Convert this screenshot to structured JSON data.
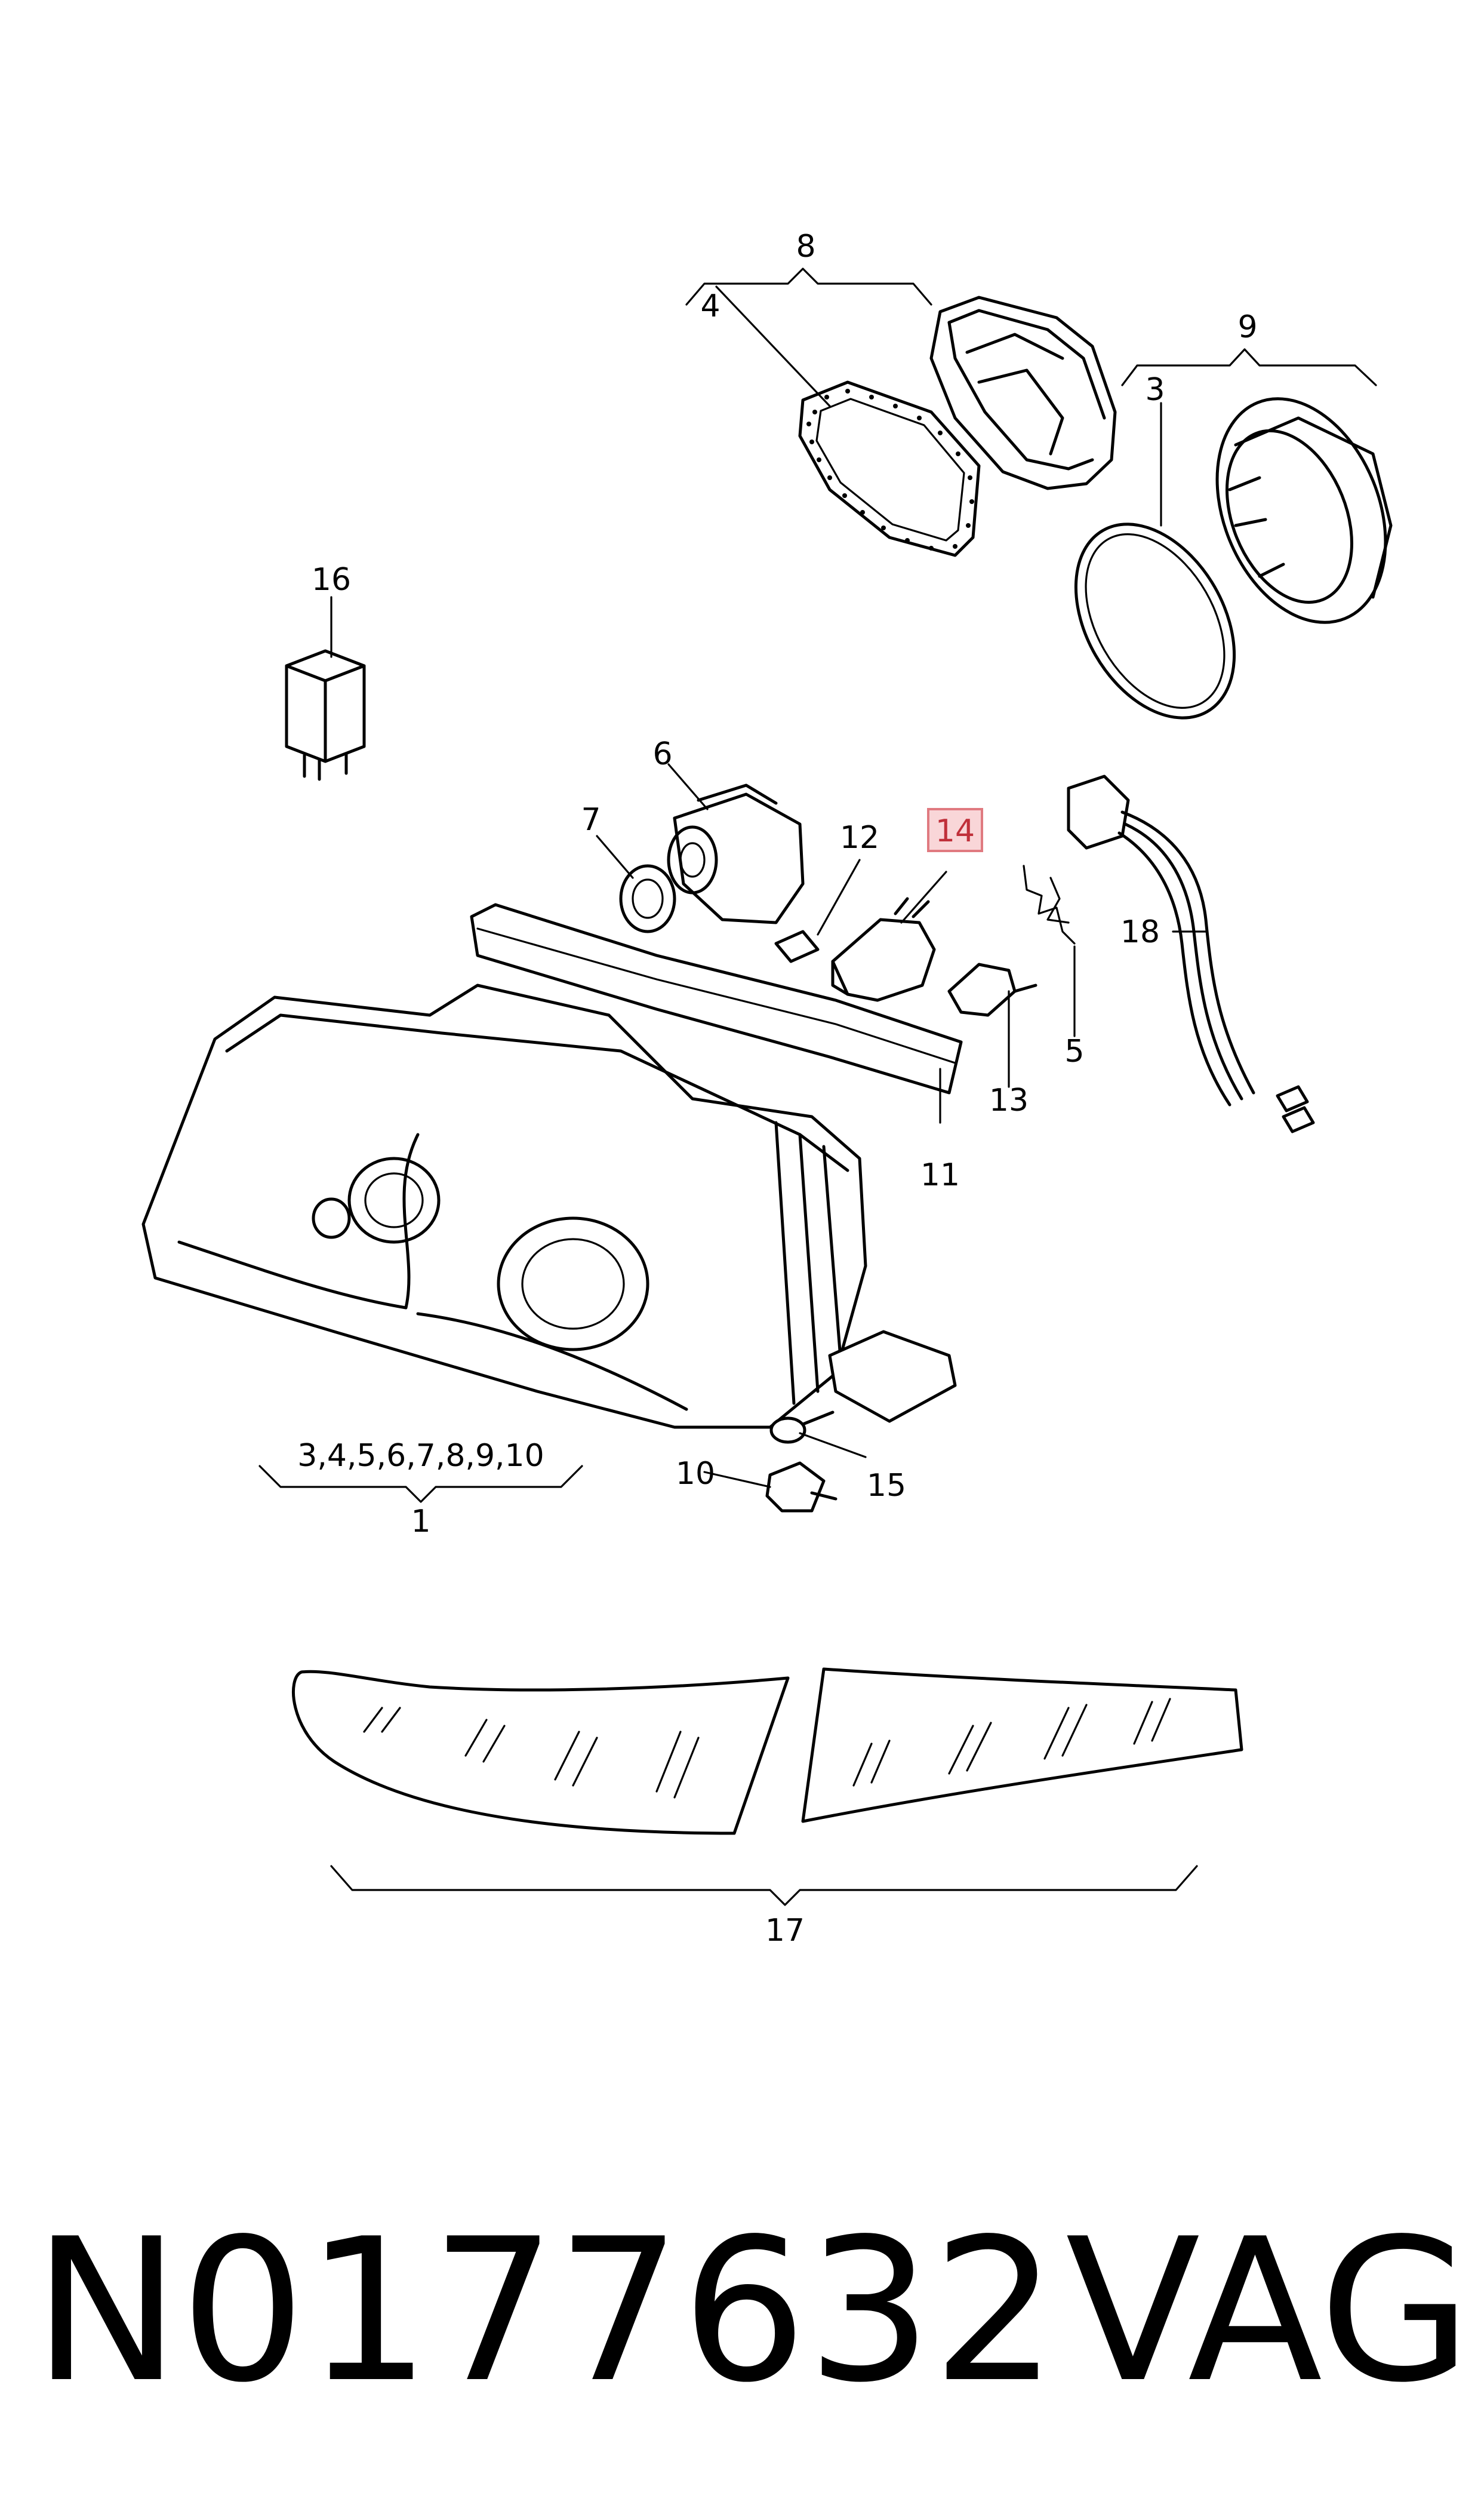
{
  "diagram": {
    "callouts": {
      "c1": "1",
      "c3": "3",
      "c4": "4",
      "c5": "5",
      "c6": "6",
      "c7": "7",
      "c8": "8",
      "c9": "9",
      "c10": "10",
      "c11": "11",
      "c12": "12",
      "c13": "13",
      "c14": "14",
      "c15": "15",
      "c16": "16",
      "c17": "17",
      "c18": "18",
      "group1": "3,4,5,6,7,8,9,10"
    },
    "highlighted_callout": "14",
    "highlight_color": "#f9d6d8"
  },
  "footer": {
    "part_number": "N0177632",
    "brand": "VAG"
  }
}
